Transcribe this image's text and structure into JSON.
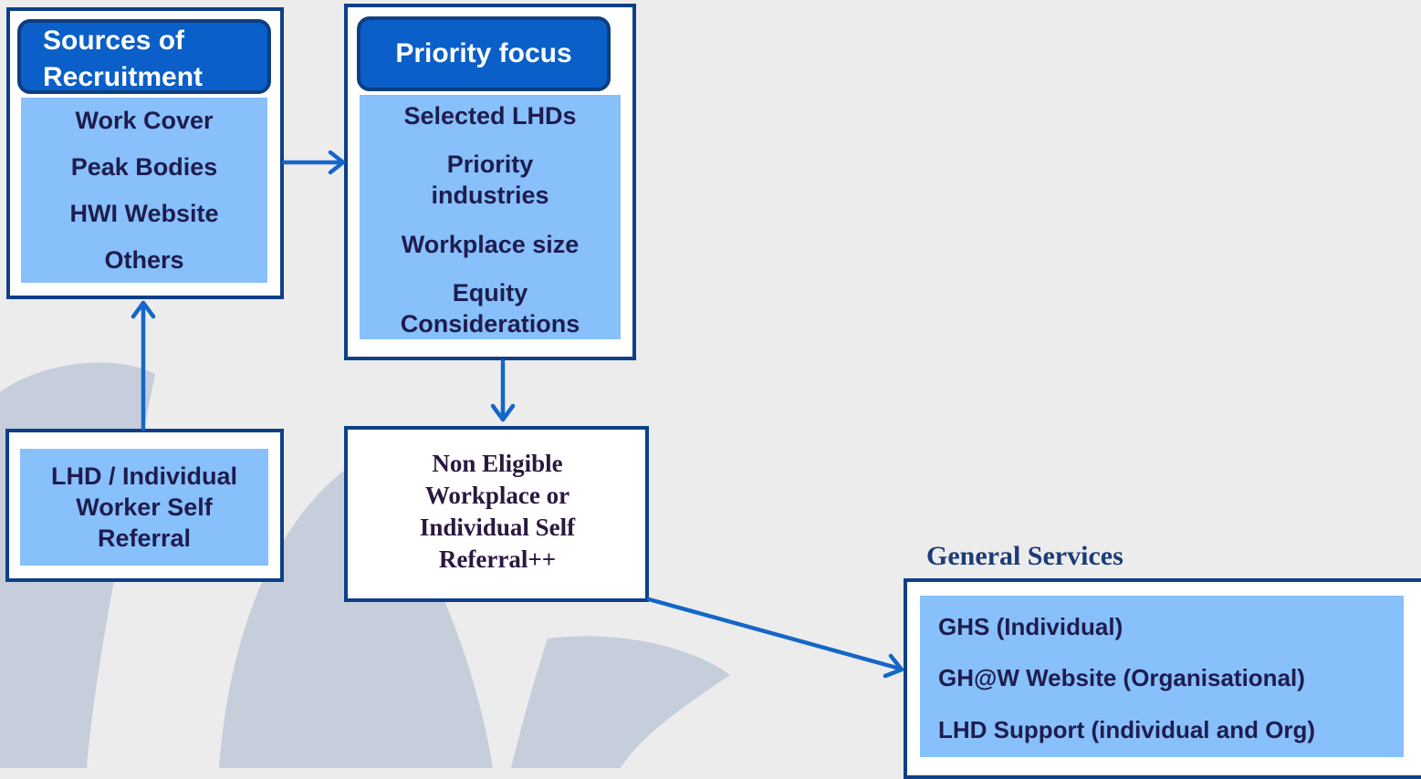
{
  "colors": {
    "frame_border": "#0e3f87",
    "title_fill": "#0a5fc8",
    "panel_fill": "#87c0fb",
    "arrow": "#1566c8",
    "panel_text": "#1f1c4e",
    "background": "#ececec",
    "watermark": "#c6cedb"
  },
  "sources": {
    "title": "Sources of Recruitment",
    "items": [
      "Work Cover",
      "Peak Bodies",
      "HWI Website",
      "Others"
    ]
  },
  "priority": {
    "title": "Priority focus",
    "items": [
      "Selected LHDs",
      "Priority industries",
      "Workplace size",
      "Equity Considerations"
    ]
  },
  "self_referral": {
    "text": "LHD / Individual Worker Self Referral"
  },
  "non_eligible": {
    "text": "Non Eligible Workplace or Individual Self Referral++"
  },
  "general_services": {
    "title": "General Services",
    "items": [
      "GHS (Individual)",
      "GH@W Website (Organisational)",
      "LHD Support  (individual and Org)"
    ]
  },
  "connectors": [
    {
      "from": "sources",
      "to": "priority",
      "icon": "arrow-right-icon"
    },
    {
      "from": "priority",
      "to": "non_eligible",
      "icon": "arrow-down-icon"
    },
    {
      "from": "self_referral",
      "to": "sources",
      "icon": "arrow-up-icon"
    },
    {
      "from": "non_eligible",
      "to": "general_services",
      "icon": "arrow-diagonal-icon"
    }
  ]
}
